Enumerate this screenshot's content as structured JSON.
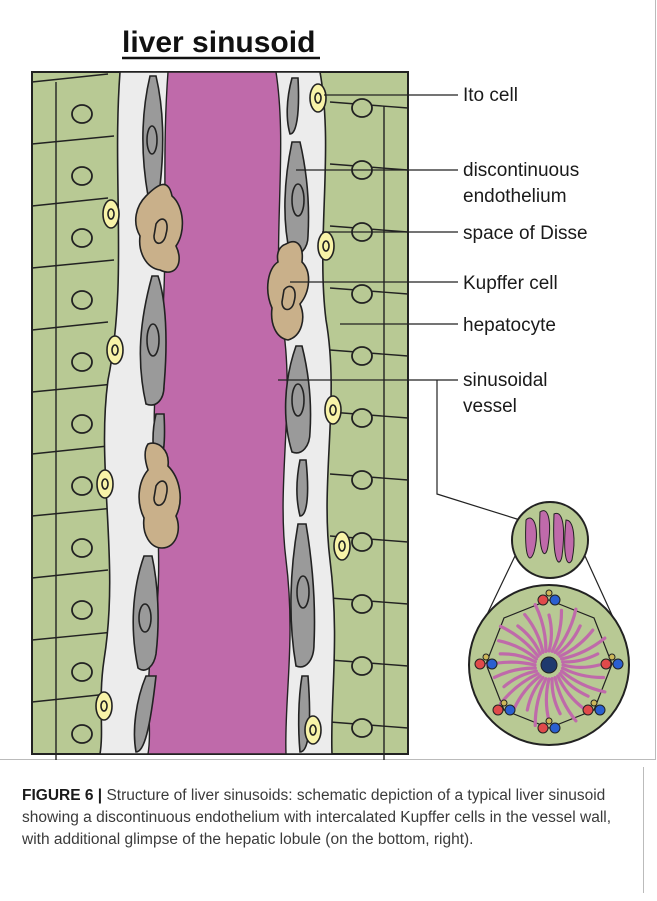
{
  "diagram": {
    "title": "liver sinusoid",
    "labels": {
      "ito": "Ito cell",
      "endothelium_1": "discontinuous",
      "endothelium_2": "endothelium",
      "disse": "space of Disse",
      "kupffer": "Kupffer cell",
      "hepatocyte": "hepatocyte",
      "vessel_1": "sinusoidal",
      "vessel_2": "vessel"
    },
    "colors": {
      "hepatocyte": "#b8c994",
      "sinusoid_lumen": "#bf6aaa",
      "space_of_disse": "#ececec",
      "endothelial_cell": "#9a9a9a",
      "kupffer_cell": "#c9b08a",
      "ito_cell": "#f8f3a8",
      "lobule_red": "#e04a4a",
      "lobule_blue": "#2a5fd0",
      "lobule_yellow": "#cdb85a",
      "central_vein": "#1f3a6e"
    }
  },
  "caption": {
    "lead": "FIGURE 6 |",
    "text": " Structure of liver sinusoids: schematic depiction of a typical liver sinusoid showing a discontinuous endothelium with intercalated Kupffer cells in the vessel wall, with additional glimpse of the hepatic lobule (on the bottom, right)."
  }
}
